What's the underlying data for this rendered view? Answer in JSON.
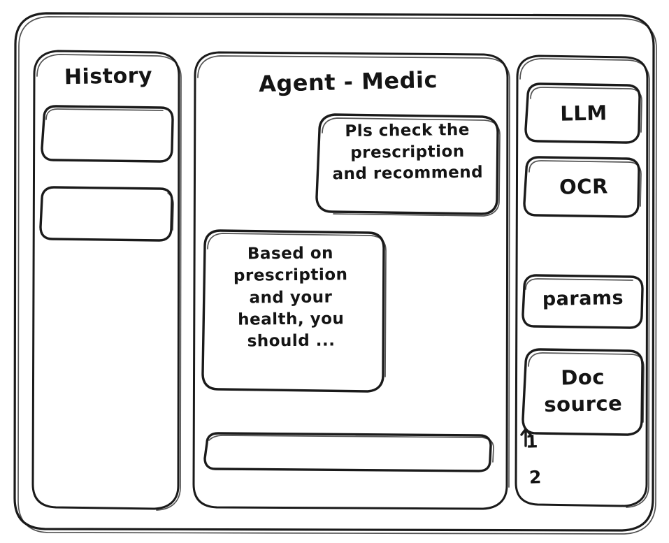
{
  "app": {
    "style": "hand-drawn-wireframe",
    "ink_color": "#1a1a1a",
    "background_color": "#ffffff"
  },
  "sidebar": {
    "title": "History",
    "items": [
      {
        "label": ""
      },
      {
        "label": ""
      }
    ]
  },
  "main": {
    "title": "Agent - Medic",
    "messages": [
      {
        "role": "user",
        "text": "Pls check the\nprescription\nand recommend"
      },
      {
        "role": "assistant",
        "text": "Based on\nprescription\nand your\nhealth, you\nshould ..."
      }
    ],
    "composer": {
      "value": "",
      "placeholder": ""
    }
  },
  "right_rail": {
    "tools": [
      {
        "label": "LLM"
      },
      {
        "label": "OCR"
      }
    ],
    "config": [
      {
        "label": "params"
      },
      {
        "label": "Doc\nsource"
      }
    ],
    "doc_sources": [
      {
        "marker": "1"
      },
      {
        "marker": "2"
      }
    ]
  }
}
